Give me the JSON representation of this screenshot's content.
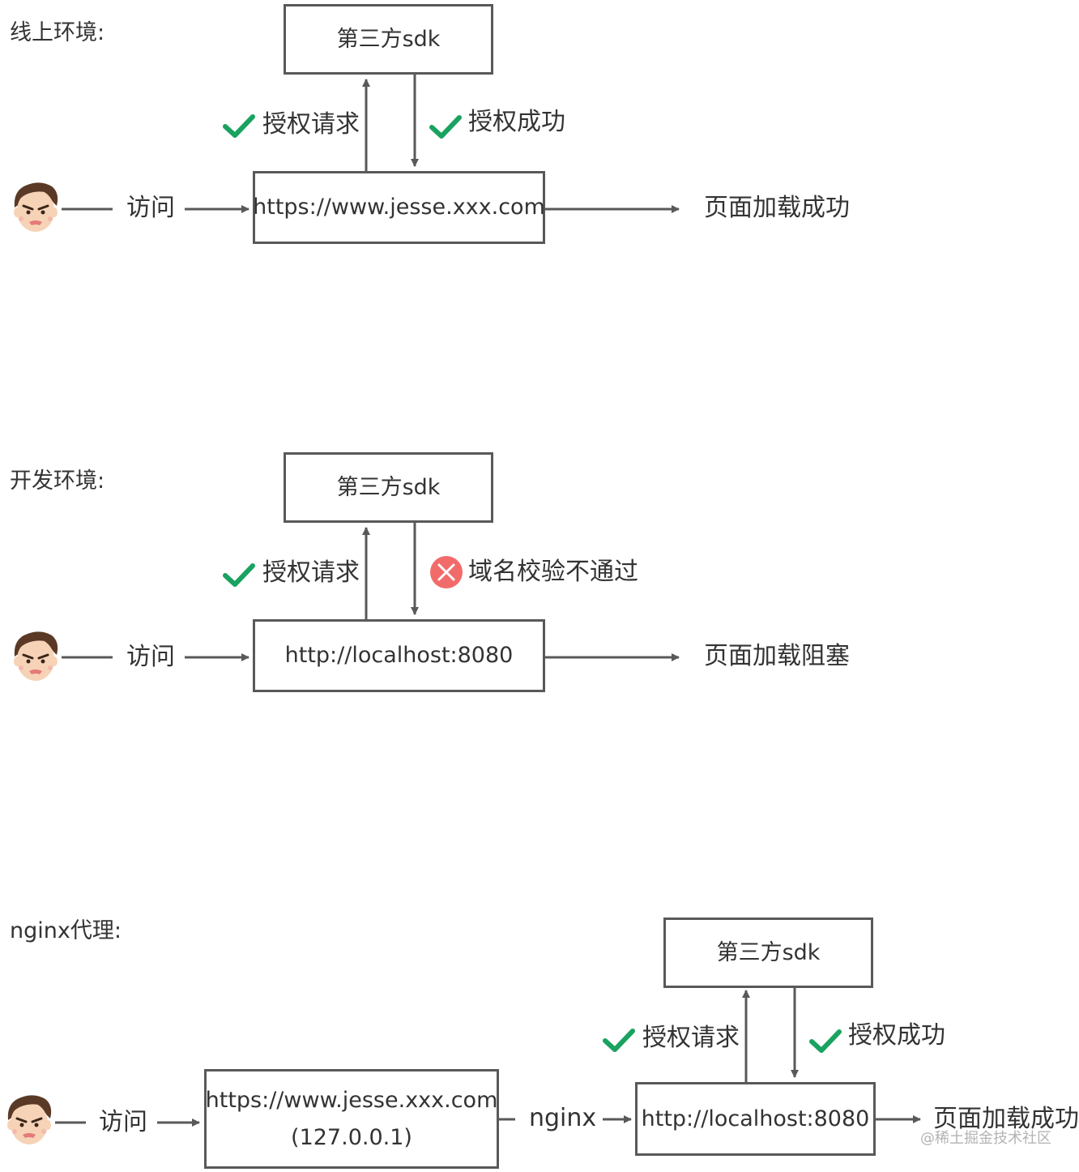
{
  "sections": {
    "online": {
      "title": "线上环境:",
      "sdk": "第三方sdk",
      "site": "https://www.jesse.xxx.com",
      "visit": "访问",
      "request": "授权请求",
      "response": "授权成功",
      "result": "页面加载成功"
    },
    "dev": {
      "title": "开发环境:",
      "sdk": "第三方sdk",
      "site": "http://localhost:8080",
      "visit": "访问",
      "request": "授权请求",
      "response": "域名校验不通过",
      "result": "页面加载阻塞"
    },
    "nginx": {
      "title": "nginx代理:",
      "sdk": "第三方sdk",
      "site_line1": "https://www.jesse.xxx.com",
      "site_line2": "(127.0.0.1)",
      "proxy": "nginx",
      "local": "http://localhost:8080",
      "visit": "访问",
      "request": "授权请求",
      "response": "授权成功",
      "result": "页面加载成功"
    }
  },
  "icons": {
    "user": "user-avatar-icon",
    "success": "checkmark-icon",
    "error": "error-circle-icon"
  },
  "colors": {
    "arrow": "#595959",
    "check": "#1aa260",
    "error": "#f26b6b"
  },
  "watermark": "@稀土掘金技术社区"
}
